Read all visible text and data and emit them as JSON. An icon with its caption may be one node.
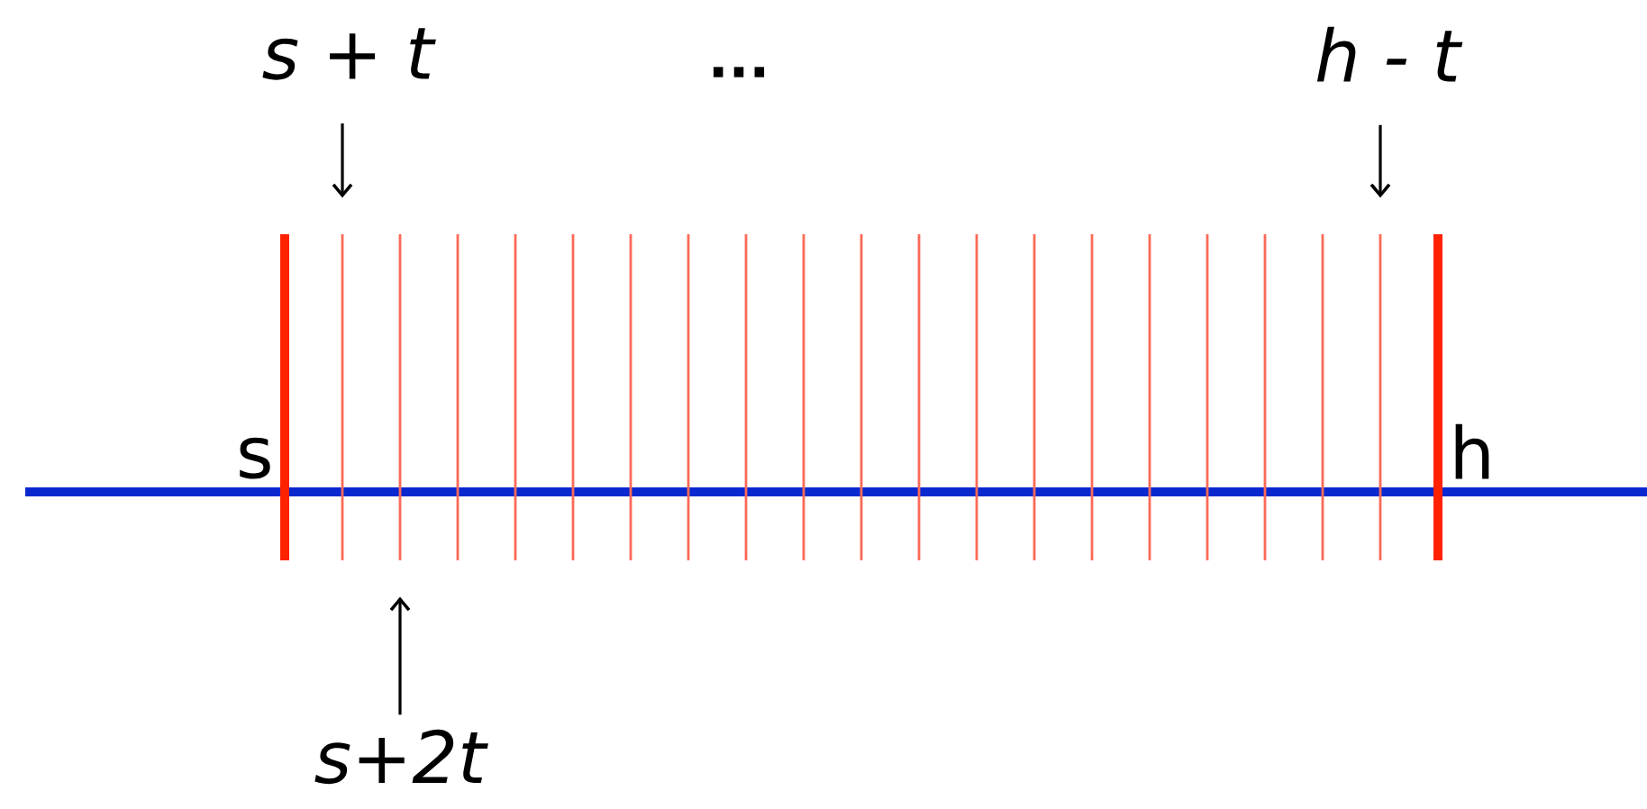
{
  "diagram": {
    "nodes": [
      {
        "text": [
          "s + t"
        ]
      },
      {
        "text": [
          "h - t"
        ]
      },
      {
        "text": [
          "s+2t"
        ]
      },
      {
        "text": [],
        "shape": "bar",
        "beside": [
          "s"
        ]
      },
      {
        "text": [],
        "shape": "bar"
      },
      {
        "text": [],
        "shape": "bar"
      },
      {
        "text": [],
        "shape": "bar"
      },
      {
        "text": [],
        "shape": "bar"
      },
      {
        "text": [],
        "shape": "bar"
      },
      {
        "text": [],
        "shape": "bar"
      },
      {
        "text": [],
        "shape": "bar"
      },
      {
        "text": [],
        "shape": "bar"
      },
      {
        "text": [],
        "shape": "bar"
      },
      {
        "text": [],
        "shape": "bar"
      },
      {
        "text": [],
        "shape": "bar"
      },
      {
        "text": [],
        "shape": "bar"
      },
      {
        "text": [],
        "shape": "bar"
      },
      {
        "text": [],
        "shape": "bar"
      },
      {
        "text": [],
        "shape": "bar"
      },
      {
        "text": [],
        "shape": "bar"
      },
      {
        "text": [],
        "shape": "bar"
      },
      {
        "text": [],
        "shape": "bar"
      },
      {
        "text": [],
        "shape": "bar"
      },
      {
        "text": [],
        "shape": "bar",
        "beside": [
          "h"
        ]
      }
    ],
    "edges": [
      {
        "from": 0,
        "to": 4,
        "arrow": "to"
      },
      {
        "from": 1,
        "to": 22,
        "arrow": "to"
      },
      {
        "from": 2,
        "to": 5,
        "arrow": "to"
      }
    ],
    "labels": [
      "..."
    ]
  }
}
